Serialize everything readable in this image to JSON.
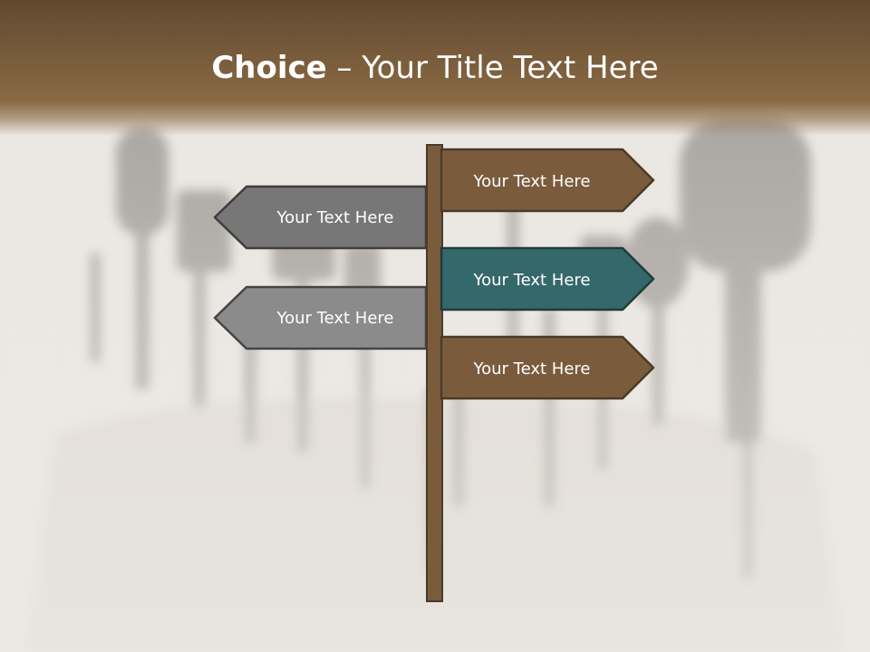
{
  "title": {
    "bold": "Choice",
    "rest": " – Your Title Text Here"
  },
  "signs": [
    {
      "label": "Your Text Here",
      "direction": "right",
      "color": "#7a5c3d"
    },
    {
      "label": "Your Text Here",
      "direction": "left",
      "color": "#777777"
    },
    {
      "label": "Your Text Here",
      "direction": "right",
      "color": "#35686b"
    },
    {
      "label": "Your Text Here",
      "direction": "left",
      "color": "#8b8b8b"
    },
    {
      "label": "Your Text Here",
      "direction": "right",
      "color": "#7a5c3d"
    }
  ],
  "colors": {
    "header": "#6f5436",
    "post": "#7a5c3d",
    "outline": "#4a3a2a",
    "text": "#ffffff"
  }
}
